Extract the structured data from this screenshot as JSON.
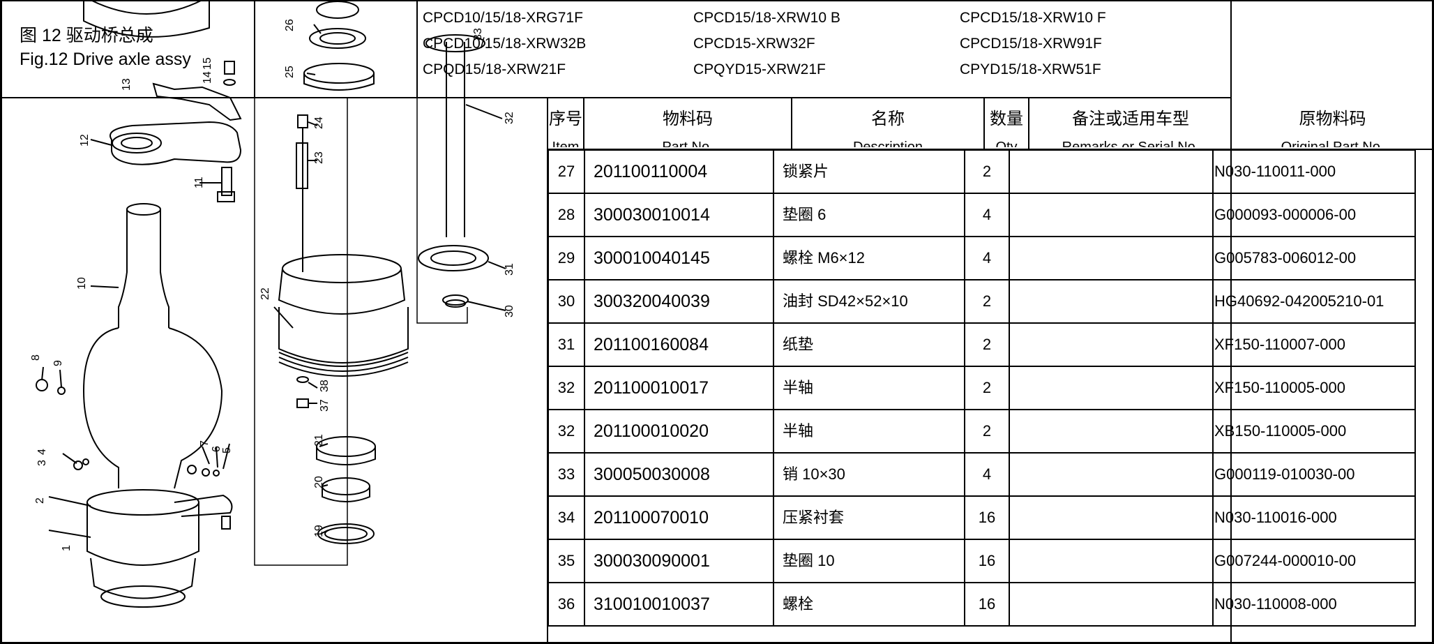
{
  "title": {
    "cn": "图 12  驱动桥总成",
    "en": "Fig.12  Drive axle assy"
  },
  "models": [
    [
      "CPCD10/15/18-XRG71F",
      "CPCD15/18-XRW10 B",
      "CPCD15/18-XRW10 F"
    ],
    [
      "CPCD10/15/18-XRW32B",
      "CPCD15-XRW32F",
      "CPCD15/18-XRW91F"
    ],
    [
      "CPQD15/18-XRW21F",
      "CPQYD15-XRW21F",
      "CPYD15/18-XRW51F"
    ]
  ],
  "table": {
    "headers": [
      {
        "cn": "序号",
        "en": "Item"
      },
      {
        "cn": "物料码",
        "en": "Part No."
      },
      {
        "cn": "名称",
        "en": "Description"
      },
      {
        "cn": "数量",
        "en": "Qty"
      },
      {
        "cn": "备注或适用车型",
        "en": "Remarks or Serial No."
      },
      {
        "cn": "原物料码",
        "en": "Original Part No."
      }
    ],
    "rows": [
      {
        "item": "27",
        "part": "201100110004",
        "name": "锁紧片",
        "qty": "2",
        "remark": "",
        "orig": "N030-110011-000"
      },
      {
        "item": "28",
        "part": "300030010014",
        "name": "垫圈 6",
        "qty": "4",
        "remark": "",
        "orig": "G000093-000006-00"
      },
      {
        "item": "29",
        "part": "300010040145",
        "name": "螺栓 M6×12",
        "qty": "4",
        "remark": "",
        "orig": "G005783-006012-00"
      },
      {
        "item": "30",
        "part": "300320040039",
        "name": "油封 SD42×52×10",
        "qty": "2",
        "remark": "",
        "orig": "HG40692-042005210-01"
      },
      {
        "item": "31",
        "part": "201100160084",
        "name": "纸垫",
        "qty": "2",
        "remark": "",
        "orig": "XF150-110007-000"
      },
      {
        "item": "32",
        "part": "201100010017",
        "name": "半轴",
        "qty": "2",
        "remark": "",
        "orig": "XF150-110005-000"
      },
      {
        "item": "32",
        "part": "201100010020",
        "name": "半轴",
        "qty": "2",
        "remark": "",
        "orig": "XB150-110005-000"
      },
      {
        "item": "33",
        "part": "300050030008",
        "name": "销 10×30",
        "qty": "4",
        "remark": "",
        "orig": "G000119-010030-00"
      },
      {
        "item": "34",
        "part": "201100070010",
        "name": "压紧衬套",
        "qty": "16",
        "remark": "",
        "orig": "N030-110016-000"
      },
      {
        "item": "35",
        "part": "300030090001",
        "name": "垫圈 10",
        "qty": "16",
        "remark": "",
        "orig": "G007244-000010-00"
      },
      {
        "item": "36",
        "part": "310010010037",
        "name": "螺栓",
        "qty": "16",
        "remark": "",
        "orig": "N030-110008-000"
      }
    ]
  },
  "callouts": [
    "1",
    "2",
    "3",
    "4",
    "5",
    "6",
    "7",
    "8",
    "9",
    "10",
    "11",
    "12",
    "13",
    "14",
    "15",
    "19",
    "20",
    "21",
    "22",
    "23",
    "24",
    "25",
    "26",
    "30",
    "31",
    "32",
    "33",
    "37",
    "38"
  ]
}
